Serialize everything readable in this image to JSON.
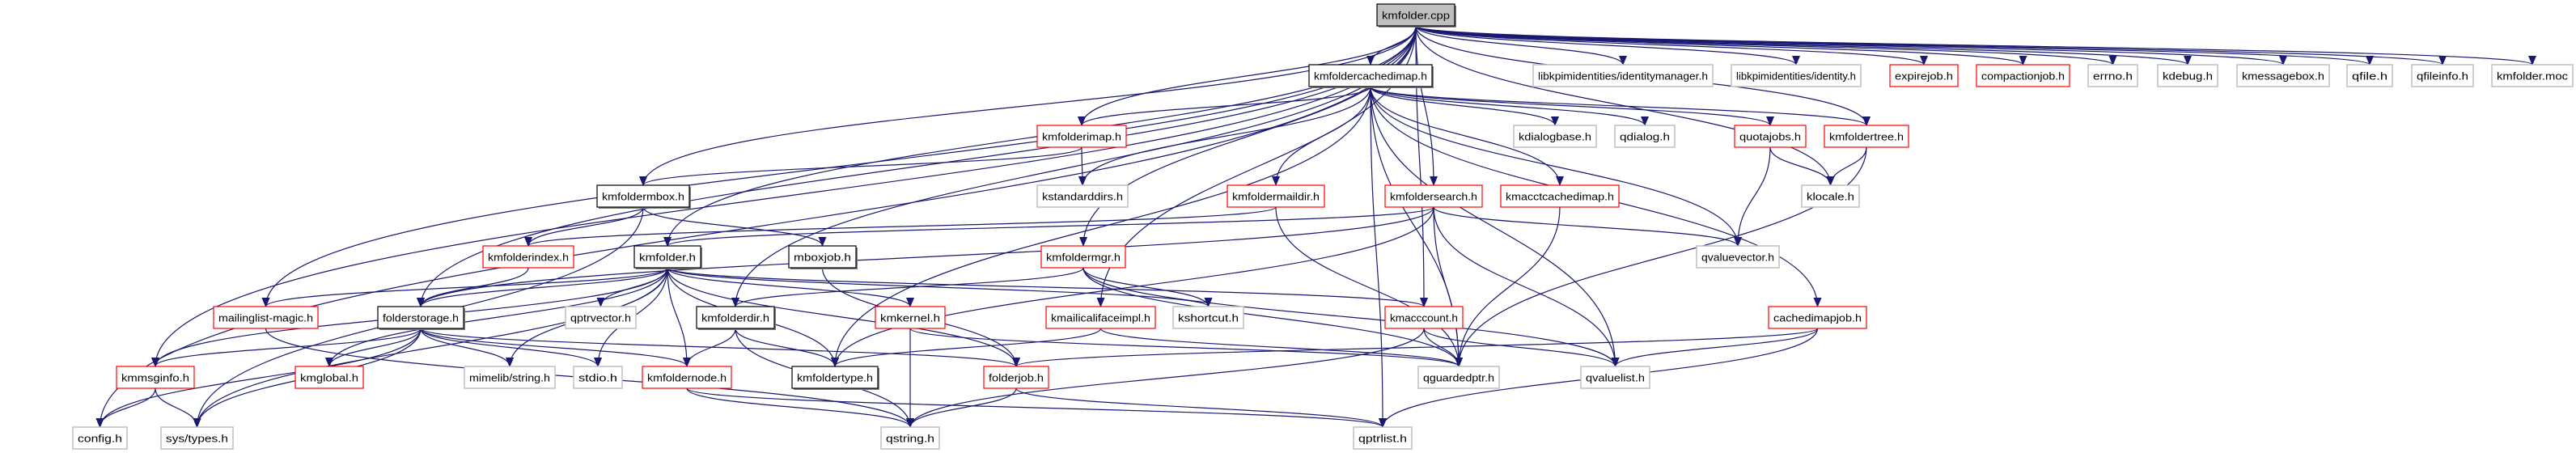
{
  "title": "kmfolder.cpp",
  "colors": {
    "edge": "#191970",
    "root_fill": "#bfbfbf",
    "documented_border": "#000000",
    "incomplete_border": "#ff0000",
    "external_border": "#bfbfbf"
  },
  "nodes": [
    {
      "id": "kmfolder.cpp",
      "label": "kmfolder.cpp",
      "kind": "root"
    },
    {
      "id": "kmfoldercachedimap.h",
      "label": "kmfoldercachedimap.h",
      "kind": "documented"
    },
    {
      "id": "identitymanager",
      "label": "libkpimidentities/identitymanager.h",
      "kind": "external"
    },
    {
      "id": "identity",
      "label": "libkpimidentities/identity.h",
      "kind": "external"
    },
    {
      "id": "expirejob.h",
      "label": "expirejob.h",
      "kind": "incomplete"
    },
    {
      "id": "compactionjob.h",
      "label": "compactionjob.h",
      "kind": "incomplete"
    },
    {
      "id": "errno.h",
      "label": "errno.h",
      "kind": "external"
    },
    {
      "id": "kdebug.h",
      "label": "kdebug.h",
      "kind": "external"
    },
    {
      "id": "kmessagebox.h",
      "label": "kmessagebox.h",
      "kind": "external"
    },
    {
      "id": "qfile.h",
      "label": "qfile.h",
      "kind": "external"
    },
    {
      "id": "qfileinfo.h",
      "label": "qfileinfo.h",
      "kind": "external"
    },
    {
      "id": "kmfolder.moc",
      "label": "kmfolder.moc",
      "kind": "external"
    },
    {
      "id": "kmfolderimap.h",
      "label": "kmfolderimap.h",
      "kind": "incomplete"
    },
    {
      "id": "kdialogbase.h",
      "label": "kdialogbase.h",
      "kind": "external"
    },
    {
      "id": "qdialog.h",
      "label": "qdialog.h",
      "kind": "external"
    },
    {
      "id": "quotajobs.h",
      "label": "quotajobs.h",
      "kind": "incomplete"
    },
    {
      "id": "kmfoldertree.h",
      "label": "kmfoldertree.h",
      "kind": "incomplete"
    },
    {
      "id": "kmfoldermbox.h",
      "label": "kmfoldermbox.h",
      "kind": "documented"
    },
    {
      "id": "kstandarddirs.h",
      "label": "kstandarddirs.h",
      "kind": "external"
    },
    {
      "id": "kmfoldermaildir.h",
      "label": "kmfoldermaildir.h",
      "kind": "incomplete"
    },
    {
      "id": "kmfoldersearch.h",
      "label": "kmfoldersearch.h",
      "kind": "incomplete"
    },
    {
      "id": "kmacctcachedimap.h",
      "label": "kmacctcachedimap.h",
      "kind": "incomplete"
    },
    {
      "id": "klocale.h",
      "label": "klocale.h",
      "kind": "external"
    },
    {
      "id": "kmfolderindex.h",
      "label": "kmfolderindex.h",
      "kind": "incomplete"
    },
    {
      "id": "kmfolder.h",
      "label": "kmfolder.h",
      "kind": "documented"
    },
    {
      "id": "mboxjob.h",
      "label": "mboxjob.h",
      "kind": "documented"
    },
    {
      "id": "kmfoldermgr.h",
      "label": "kmfoldermgr.h",
      "kind": "incomplete"
    },
    {
      "id": "qvaluevector.h",
      "label": "qvaluevector.h",
      "kind": "external"
    },
    {
      "id": "mailinglist-magic.h",
      "label": "mailinglist-magic.h",
      "kind": "incomplete"
    },
    {
      "id": "folderstorage.h",
      "label": "folderstorage.h",
      "kind": "documented"
    },
    {
      "id": "qptrvector.h",
      "label": "qptrvector.h",
      "kind": "external"
    },
    {
      "id": "kmfolderdir.h",
      "label": "kmfolderdir.h",
      "kind": "documented"
    },
    {
      "id": "kmkernel.h",
      "label": "kmkernel.h",
      "kind": "incomplete"
    },
    {
      "id": "kmailicalifaceimpl.h",
      "label": "kmailicalifaceimpl.h",
      "kind": "incomplete"
    },
    {
      "id": "kshortcut.h",
      "label": "kshortcut.h",
      "kind": "external"
    },
    {
      "id": "kmacccount.h",
      "label": "kmacccount.h",
      "kind": "incomplete"
    },
    {
      "id": "cachedimapjob.h",
      "label": "cachedimapjob.h",
      "kind": "incomplete"
    },
    {
      "id": "kmmsginfo.h",
      "label": "kmmsginfo.h",
      "kind": "incomplete"
    },
    {
      "id": "kmglobal.h",
      "label": "kmglobal.h",
      "kind": "incomplete"
    },
    {
      "id": "mimelib/string.h",
      "label": "mimelib/string.h",
      "kind": "external"
    },
    {
      "id": "stdio.h",
      "label": "stdio.h",
      "kind": "external"
    },
    {
      "id": "kmfoldernode.h",
      "label": "kmfoldernode.h",
      "kind": "incomplete"
    },
    {
      "id": "kmfoldertype.h",
      "label": "kmfoldertype.h",
      "kind": "documented"
    },
    {
      "id": "folderjob.h",
      "label": "folderjob.h",
      "kind": "incomplete"
    },
    {
      "id": "qguardedptr.h",
      "label": "qguardedptr.h",
      "kind": "external"
    },
    {
      "id": "qvaluelist.h",
      "label": "qvaluelist.h",
      "kind": "external"
    },
    {
      "id": "config.h",
      "label": "config.h",
      "kind": "external"
    },
    {
      "id": "sys/types.h",
      "label": "sys/types.h",
      "kind": "external"
    },
    {
      "id": "qstring.h",
      "label": "qstring.h",
      "kind": "external"
    },
    {
      "id": "qptrlist.h",
      "label": "qptrlist.h",
      "kind": "external"
    }
  ],
  "edges": [
    [
      "kmfolder.cpp",
      "config.h"
    ],
    [
      "kmfolder.cpp",
      "folderstorage.h"
    ],
    [
      "kmfolder.cpp",
      "kmfoldermbox.h"
    ],
    [
      "kmfolder.cpp",
      "kmfolder.h"
    ],
    [
      "kmfolder.cpp",
      "kmfolderdir.h"
    ],
    [
      "kmfolder.cpp",
      "kmfolderimap.h"
    ],
    [
      "kmfolder.cpp",
      "kmfoldercachedimap.h"
    ],
    [
      "kmfolder.cpp",
      "kmfoldersearch.h"
    ],
    [
      "kmfolder.cpp",
      "kmfoldermgr.h"
    ],
    [
      "kmfolder.cpp",
      "kmailicalifaceimpl.h"
    ],
    [
      "kmfolder.cpp",
      "kmacccount.h"
    ],
    [
      "kmfolder.cpp",
      "identitymanager"
    ],
    [
      "kmfolder.cpp",
      "identity"
    ],
    [
      "kmfolder.cpp",
      "expirejob.h"
    ],
    [
      "kmfolder.cpp",
      "compactionjob.h"
    ],
    [
      "kmfolder.cpp",
      "errno.h"
    ],
    [
      "kmfolder.cpp",
      "kdebug.h"
    ],
    [
      "kmfolder.cpp",
      "kmessagebox.h"
    ],
    [
      "kmfolder.cpp",
      "qfile.h"
    ],
    [
      "kmfolder.cpp",
      "qfileinfo.h"
    ],
    [
      "kmfolder.cpp",
      "kmfolder.moc"
    ],
    [
      "kmfolder.cpp",
      "klocale.h"
    ],
    [
      "kmfolder.cpp",
      "kmfoldertree.h"
    ],
    [
      "kmfolder.cpp",
      "mailinglist-magic.h"
    ],
    [
      "kmfolder.cpp",
      "kmmsginfo.h"
    ],
    [
      "kmfoldercachedimap.h",
      "kmfolderimap.h"
    ],
    [
      "kmfoldercachedimap.h",
      "kstandarddirs.h"
    ],
    [
      "kmfoldercachedimap.h",
      "kmfoldermaildir.h"
    ],
    [
      "kmfoldercachedimap.h",
      "kmacctcachedimap.h"
    ],
    [
      "kmfoldercachedimap.h",
      "kdialogbase.h"
    ],
    [
      "kmfoldercachedimap.h",
      "qdialog.h"
    ],
    [
      "kmfoldercachedimap.h",
      "quotajobs.h"
    ],
    [
      "kmfoldercachedimap.h",
      "kmfoldertree.h"
    ],
    [
      "kmfoldercachedimap.h",
      "cachedimapjob.h"
    ],
    [
      "kmfoldercachedimap.h",
      "qvaluevector.h"
    ],
    [
      "kmfoldercachedimap.h",
      "qvaluelist.h"
    ],
    [
      "kmfoldercachedimap.h",
      "qguardedptr.h"
    ],
    [
      "kmfoldercachedimap.h",
      "kmfoldertype.h"
    ],
    [
      "kmfoldercachedimap.h",
      "qptrlist.h"
    ],
    [
      "kmfolderimap.h",
      "kmfoldermbox.h"
    ],
    [
      "kmfolderimap.h",
      "kstandarddirs.h"
    ],
    [
      "kmfoldermbox.h",
      "kmfolderindex.h"
    ],
    [
      "kmfoldermbox.h",
      "mboxjob.h"
    ],
    [
      "kmfoldermbox.h",
      "sys/types.h"
    ],
    [
      "kmfoldermaildir.h",
      "kmfolderindex.h"
    ],
    [
      "kmfoldermaildir.h",
      "qguardedptr.h"
    ],
    [
      "kmfoldersearch.h",
      "kmfolder.h"
    ],
    [
      "kmfoldersearch.h",
      "qvaluevector.h"
    ],
    [
      "kmfoldersearch.h",
      "qvaluelist.h"
    ],
    [
      "kmfoldersearch.h",
      "qguardedptr.h"
    ],
    [
      "kmfoldersearch.h",
      "kmfoldertype.h"
    ],
    [
      "kmfoldersearch.h",
      "folderstorage.h"
    ],
    [
      "kmacctcachedimap.h",
      "qguardedptr.h"
    ],
    [
      "quotajobs.h",
      "qvaluevector.h"
    ],
    [
      "quotajobs.h",
      "klocale.h"
    ],
    [
      "kmfoldertree.h",
      "klocale.h"
    ],
    [
      "kmfoldertree.h",
      "qguardedptr.h"
    ],
    [
      "kmfolderindex.h",
      "folderstorage.h"
    ],
    [
      "kmfolder.h",
      "folderstorage.h"
    ],
    [
      "kmfolder.h",
      "mailinglist-magic.h"
    ],
    [
      "kmfolder.h",
      "kmmsginfo.h"
    ],
    [
      "kmfolder.h",
      "kmglobal.h"
    ],
    [
      "kmfolder.h",
      "mimelib/string.h"
    ],
    [
      "kmfolder.h",
      "stdio.h"
    ],
    [
      "kmfolder.h",
      "sys/types.h"
    ],
    [
      "kmfolder.h",
      "qptrvector.h"
    ],
    [
      "kmfolder.h",
      "kmfoldernode.h"
    ],
    [
      "kmfolder.h",
      "kmfoldertype.h"
    ],
    [
      "kmfolder.h",
      "kmkernel.h"
    ],
    [
      "kmfolder.h",
      "folderjob.h"
    ],
    [
      "kmfolder.h",
      "kshortcut.h"
    ],
    [
      "kmfolder.h",
      "kmacccount.h"
    ],
    [
      "mboxjob.h",
      "folderjob.h"
    ],
    [
      "kmfoldermgr.h",
      "kmfolderdir.h"
    ],
    [
      "kmfoldermgr.h",
      "qguardedptr.h"
    ],
    [
      "kmfoldermgr.h",
      "qvaluelist.h"
    ],
    [
      "kmfoldermgr.h",
      "kshortcut.h"
    ],
    [
      "folderstorage.h",
      "kmmsginfo.h"
    ],
    [
      "folderstorage.h",
      "kmglobal.h"
    ],
    [
      "folderstorage.h",
      "mimelib/string.h"
    ],
    [
      "folderstorage.h",
      "stdio.h"
    ],
    [
      "folderstorage.h",
      "kmfoldernode.h"
    ],
    [
      "folderstorage.h",
      "folderjob.h"
    ],
    [
      "folderstorage.h",
      "config.h"
    ],
    [
      "folderstorage.h",
      "sys/types.h"
    ],
    [
      "mailinglist-magic.h",
      "qstring.h"
    ],
    [
      "kmfolderdir.h",
      "kmfoldernode.h"
    ],
    [
      "kmfolderdir.h",
      "kmfoldertype.h"
    ],
    [
      "kmfolderdir.h",
      "qstring.h"
    ],
    [
      "kmkernel.h",
      "qstring.h"
    ],
    [
      "kmkernel.h",
      "qguardedptr.h"
    ],
    [
      "kmailicalifaceimpl.h",
      "kmfoldertype.h"
    ],
    [
      "kmailicalifaceimpl.h",
      "qguardedptr.h"
    ],
    [
      "kmacccount.h",
      "qguardedptr.h"
    ],
    [
      "kmacccount.h",
      "qvaluelist.h"
    ],
    [
      "kmacccount.h",
      "qstring.h"
    ],
    [
      "cachedimapjob.h",
      "folderjob.h"
    ],
    [
      "cachedimapjob.h",
      "qvaluelist.h"
    ],
    [
      "cachedimapjob.h",
      "qptrlist.h"
    ],
    [
      "kmmsginfo.h",
      "config.h"
    ],
    [
      "kmmsginfo.h",
      "sys/types.h"
    ],
    [
      "kmfoldernode.h",
      "qstring.h"
    ],
    [
      "kmfoldernode.h",
      "qptrlist.h"
    ],
    [
      "folderjob.h",
      "qstring.h"
    ],
    [
      "folderjob.h",
      "qptrlist.h"
    ]
  ]
}
